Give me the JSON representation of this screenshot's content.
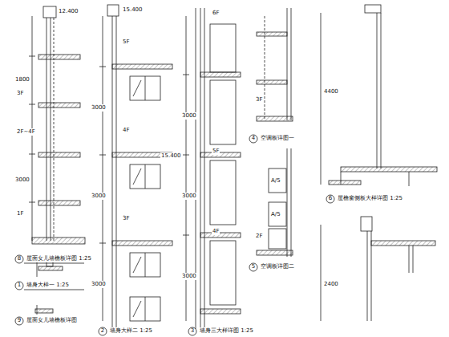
{
  "diagram": {
    "labels": [
      "1",
      "墙身大样一 1:25",
      "8",
      "屋面女儿墙檐板详图 1:25",
      "9",
      "屋面女儿墙檐板详图",
      "2",
      "墙身大样二 1:25",
      "3",
      "墙身三大样详图 1:25",
      "4",
      "空调板详图一",
      "5",
      "空调板详图二",
      "6",
      "屋檐窗侧板大样详图 1:25",
      "3F",
      "2F~4F",
      "1F",
      "1800",
      "3000",
      "12.400",
      "5F",
      "4F",
      "3F",
      "3000",
      "3000",
      "3000",
      "15.400",
      "6F",
      "5F",
      "4F",
      "3000",
      "3000",
      "3000",
      "15.400",
      "3F",
      "2F",
      "A/5",
      "A/5",
      "4400",
      "2400"
    ]
  }
}
